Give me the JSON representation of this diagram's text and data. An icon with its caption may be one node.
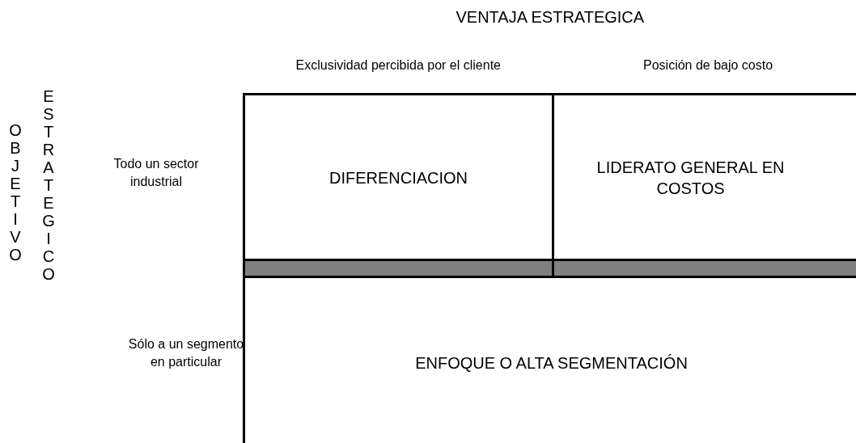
{
  "diagram": {
    "nodes": [
      {
        "text": [
          "DIFERENCIACION"
        ]
      },
      {
        "text": [
          "LIDERATO GENERAL EN COSTOS"
        ]
      },
      {
        "text": [],
        "shape": "bar"
      },
      {
        "text": [],
        "shape": "bar"
      },
      {
        "text": [
          "ENFOQUE O ALTA SEGMENTACIÓN"
        ]
      }
    ],
    "labels": [
      "VENTAJA ESTRATEGICA",
      "Exclusividad percibida por el cliente",
      "Posición de bajo costo",
      "OBJETIVO",
      "ESTRATEGICO",
      "Todo un sector industrial",
      "Sólo a un segmento en particular"
    ]
  }
}
